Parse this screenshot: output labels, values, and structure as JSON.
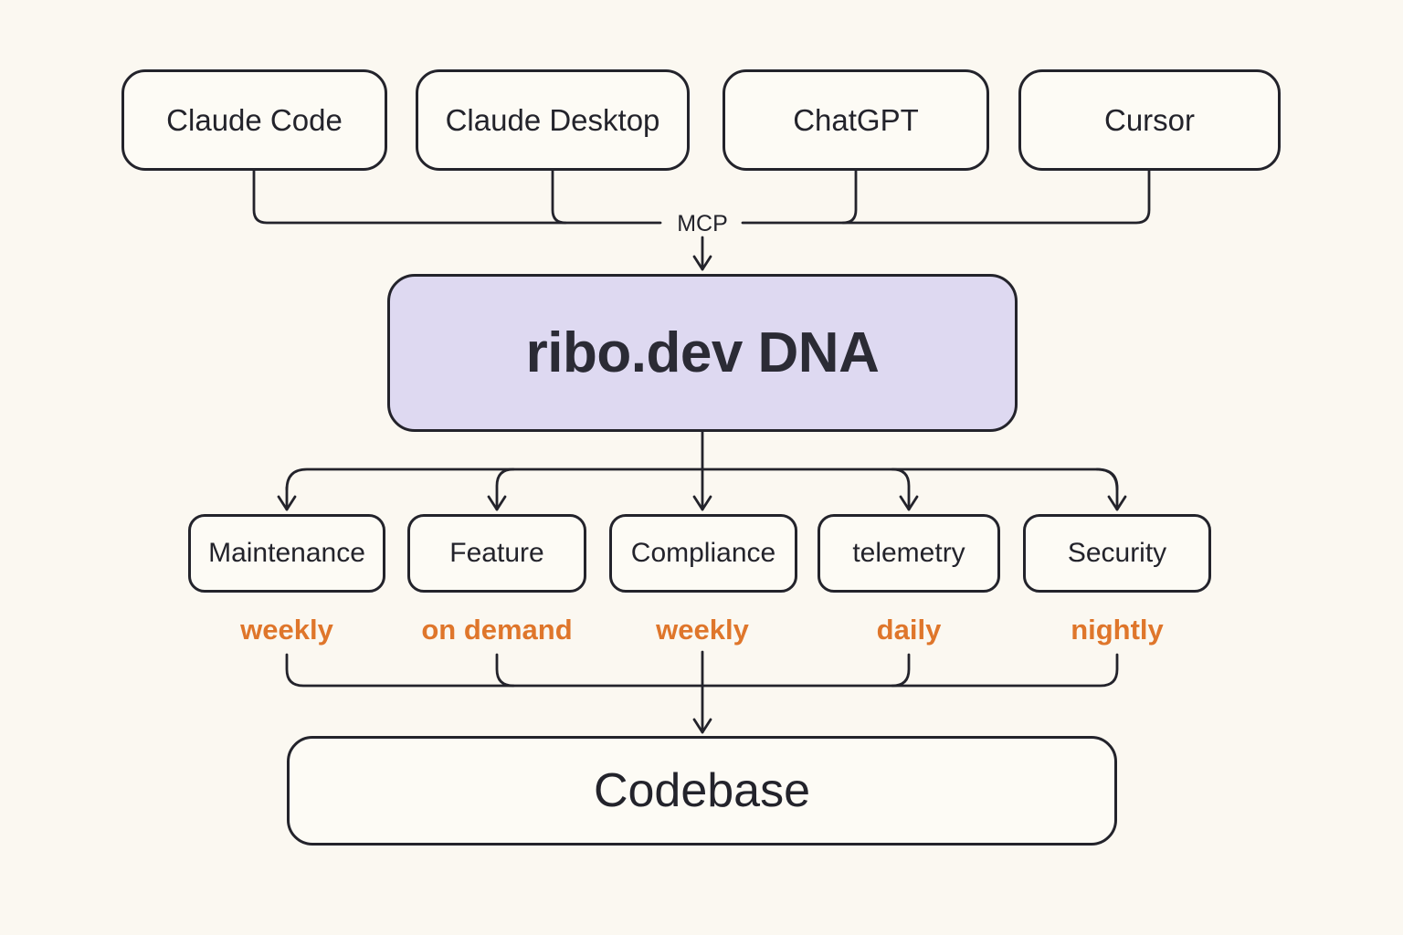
{
  "clients": [
    {
      "label": "Claude Code"
    },
    {
      "label": "Claude Desktop"
    },
    {
      "label": "ChatGPT"
    },
    {
      "label": "Cursor"
    }
  ],
  "protocol_label": "MCP",
  "hub": {
    "label": "ribo.dev DNA"
  },
  "tasks": [
    {
      "label": "Maintenance",
      "schedule": "weekly"
    },
    {
      "label": "Feature",
      "schedule": "on demand"
    },
    {
      "label": "Compliance",
      "schedule": "weekly"
    },
    {
      "label": "telemetry",
      "schedule": "daily"
    },
    {
      "label": "Security",
      "schedule": "nightly"
    }
  ],
  "target": {
    "label": "Codebase"
  },
  "colors": {
    "background": "#FBF8F1",
    "node_fill": "#FDFBF5",
    "line": "#23232B",
    "hub_fill": "#DED9F1",
    "hub_text": "#2B2B35",
    "schedule_accent": "#DF762B"
  }
}
